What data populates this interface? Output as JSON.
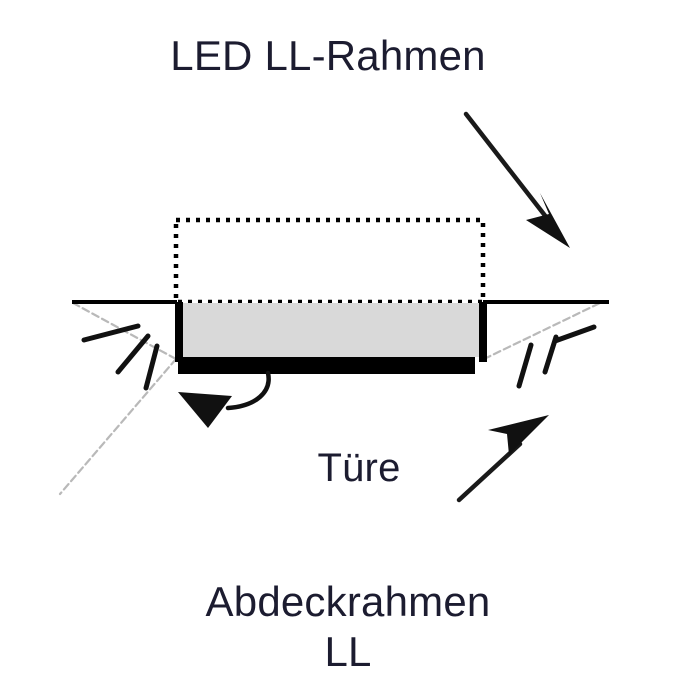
{
  "diagram": {
    "title_top": "LED LL-Rahmen",
    "label_middle": "Türe",
    "label_bottom_line1": "Abdeckrahmen",
    "label_bottom_line2": "LL",
    "colors": {
      "background": "#ffffff",
      "text": "#1c1c30",
      "stroke": "#000000",
      "panel_fill": "#d9d9d9",
      "bar_fill": "#000000",
      "hint_line": "#b4b4b4"
    },
    "parts": [
      {
        "name": "led-ll-rahmen",
        "label": "LED LL-Rahmen",
        "shape": "dotted-rectangle",
        "note": "hidden outline above the door panel"
      },
      {
        "name": "ture",
        "label": "Türe",
        "shape": "gray-panel",
        "note": "door panel in cross section"
      },
      {
        "name": "abdeckrahmen-ll",
        "label": "Abdeckrahmen LL",
        "shape": "black-bar",
        "note": "cover frame below the door"
      }
    ],
    "annotations": [
      {
        "name": "arrow-to-led-frame",
        "direction": "down-left",
        "points_to": "led-ll-rahmen"
      },
      {
        "name": "arrow-to-cover-frame",
        "direction": "up-left",
        "points_to": "abdeckrahmen-ll"
      },
      {
        "name": "curved-arrow-to-cover-frame",
        "direction": "down-left",
        "points_to": "abdeckrahmen-ll"
      }
    ],
    "light_bursts": [
      {
        "name": "light-burst-left",
        "side": "left",
        "ray_count": 3
      },
      {
        "name": "light-burst-right",
        "side": "right",
        "ray_count": 3
      }
    ]
  }
}
